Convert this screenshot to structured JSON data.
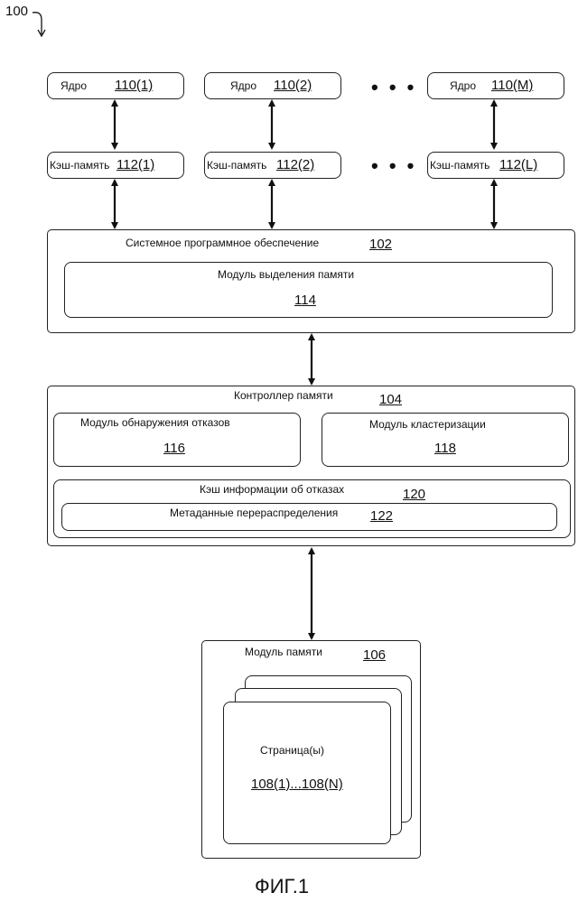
{
  "figure_ref": "100",
  "cores": [
    {
      "label": "Ядро",
      "id": "110(1)"
    },
    {
      "label": "Ядро",
      "id": "110(2)"
    },
    {
      "label": "Ядро",
      "id": "110(M)"
    }
  ],
  "caches": [
    {
      "label": "Кэш-память",
      "id": "112(1)"
    },
    {
      "label": "Кэш-память",
      "id": "112(2)"
    },
    {
      "label": "Кэш-память",
      "id": "112(L)"
    }
  ],
  "ellipsis": "• • •",
  "system_software": {
    "label": "Системное программное обеспечение",
    "id": "102",
    "allocator": {
      "label": "Модуль выделения памяти",
      "id": "114"
    }
  },
  "memory_controller": {
    "label": "Контроллер памяти",
    "id": "104",
    "fault_detector": {
      "label": "Модуль обнаружения отказов",
      "id": "116"
    },
    "clustering": {
      "label": "Модуль кластеризации",
      "id": "118"
    },
    "fault_cache": {
      "label": "Кэш информации об отказах",
      "id": "120",
      "remap_metadata": {
        "label": "Метаданные перераспределения",
        "id": "122"
      }
    }
  },
  "memory_module": {
    "label": "Модуль памяти",
    "id": "106",
    "pages": {
      "label": "Страница(ы)",
      "id": "108(1)...108(N)"
    }
  },
  "caption": "ФИГ.1"
}
